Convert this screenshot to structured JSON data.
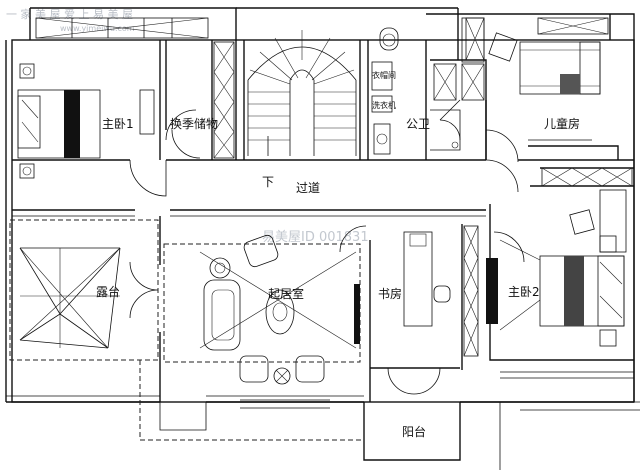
{
  "watermark": {
    "top_left": "一 家 美 屋  爱 上 易 美 屋",
    "top_left_sub": "www.yimeiwu.com",
    "center": "易美屋ID 001831"
  },
  "rooms": {
    "master_bedroom_1": "主卧1",
    "seasonal_storage": "换季储物",
    "wardrobe": "衣帽间",
    "laundry": "洗衣机",
    "public_bathroom": "公卫",
    "children_room": "儿童房",
    "down_stairs": "下",
    "corridor": "过道",
    "terrace": "露台",
    "family_room": "起居室",
    "study": "书房",
    "master_bedroom_2": "主卧2",
    "balcony": "阳台"
  }
}
